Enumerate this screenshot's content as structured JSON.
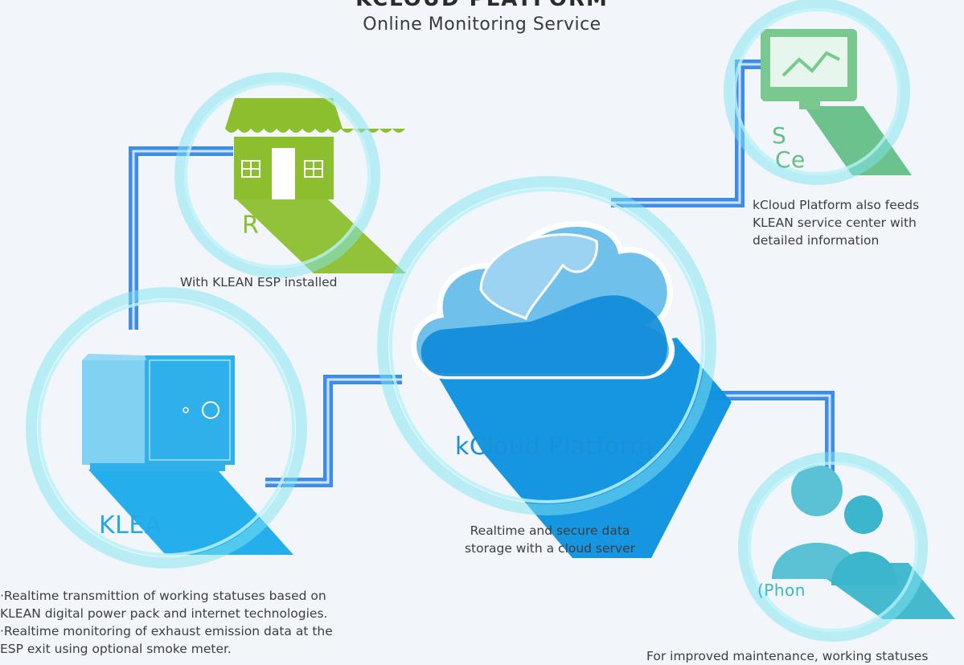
{
  "header": {
    "title": "KCLOUD PLATFORM",
    "subtitle": "Online Monitoring Service"
  },
  "nodes": {
    "restaurant": {
      "label": "R",
      "caption": "With KLEAN ESP installed",
      "color": "#8cbf2e"
    },
    "service_center": {
      "label_line1": "S",
      "label_line2": "Ce",
      "caption_lines": [
        "kCloud Platform also feeds",
        "KLEAN service center with",
        "detailed information"
      ],
      "color": "#63bf86"
    },
    "kcloud": {
      "label": "kCloud Platform",
      "caption_lines": [
        "Realtime and secure data",
        "storage with a cloud server"
      ],
      "color": "#1a8fd6"
    },
    "klean_esp": {
      "label": "KLEA",
      "caption_lines": [
        "·Realtime transmittion of working statuses based on",
        "KLEAN digital power pack and internet technologies.",
        "·Realtime monitoring of exhaust emission data at the",
        "ESP exit using optional smoke meter."
      ],
      "color": "#22a8e6"
    },
    "users": {
      "label": "(Phon",
      "caption": "For improved maintenance, working statuses",
      "color": "#3bb6cc"
    }
  },
  "icons": [
    "house-icon",
    "monitor-icon",
    "cloud-icon",
    "esp-machine-icon",
    "users-icon"
  ]
}
